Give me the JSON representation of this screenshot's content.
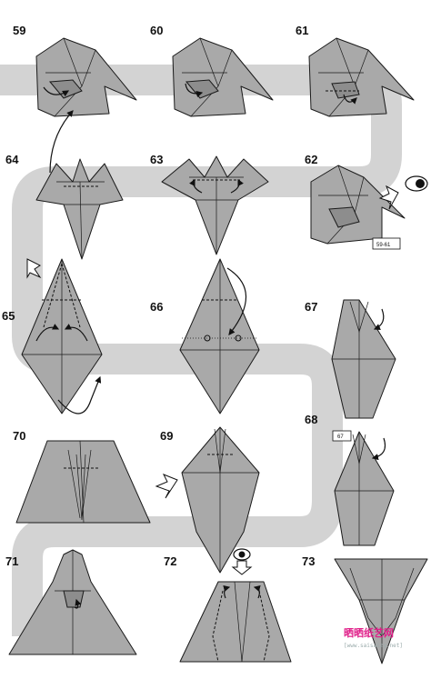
{
  "steps": {
    "s59": "59",
    "s60": "60",
    "s61": "61",
    "s64": "64",
    "s63": "63",
    "s62": "62",
    "s65": "65",
    "s66": "66",
    "s67": "67",
    "s70": "70",
    "s69": "69",
    "s68": "68",
    "s71": "71",
    "s72": "72",
    "s73": "73"
  },
  "refs": {
    "repeat_range": "59-61",
    "ref_67": "67"
  },
  "watermark": {
    "brand": "晒晒纸艺网",
    "url": "[www.saisaizy.net]"
  },
  "colors": {
    "paper": "#a9a9a9",
    "path": "#d3d3d3",
    "line": "#1a1a1a",
    "watermark": "#e0218a"
  }
}
